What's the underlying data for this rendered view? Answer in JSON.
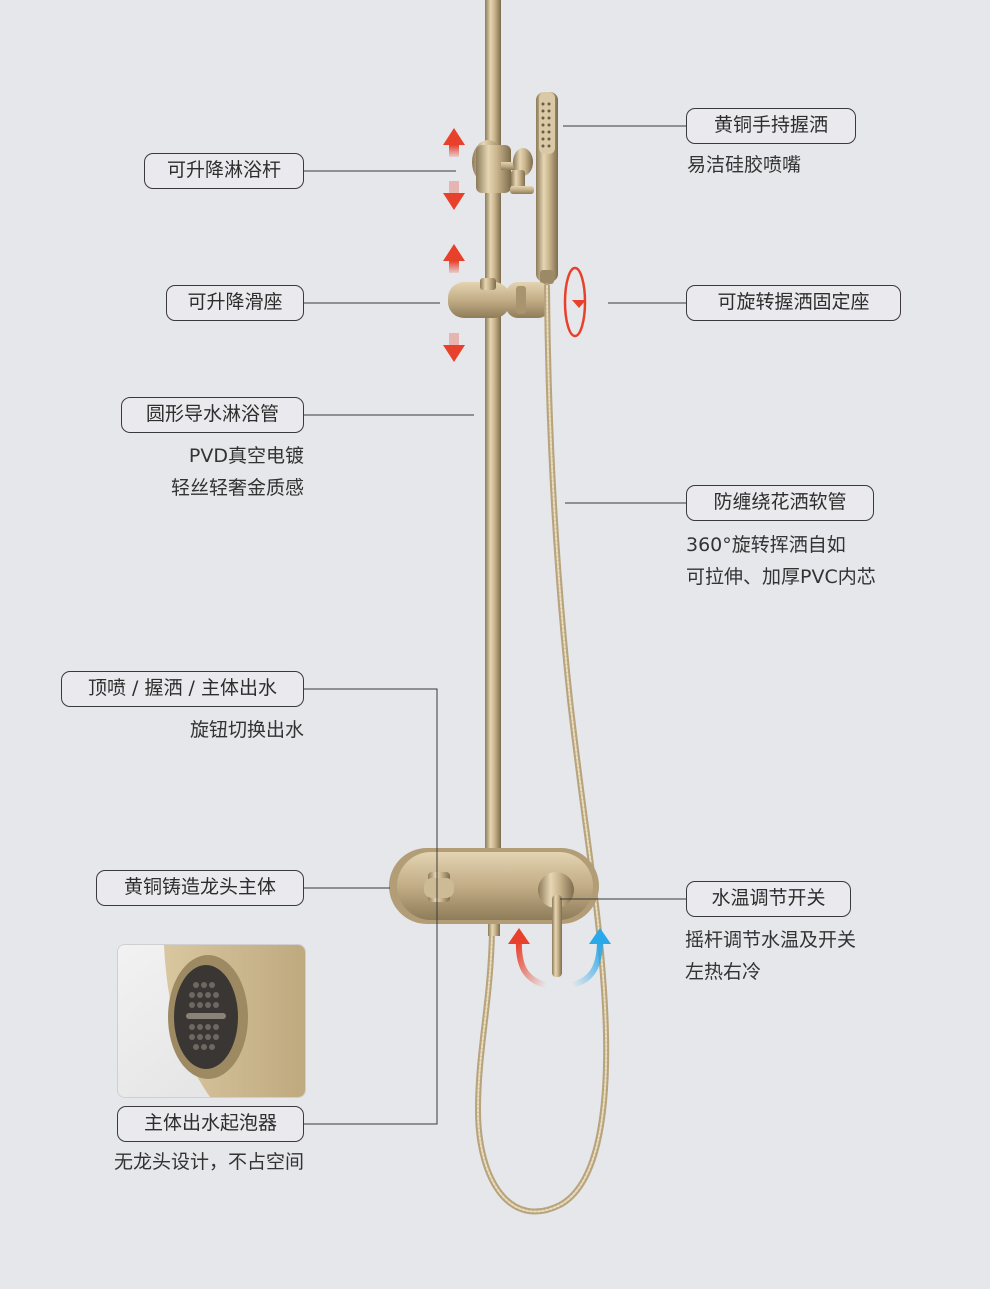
{
  "colors": {
    "background": "#e6e7eb",
    "brass": "#c9b48d",
    "brass_dark": "#8c7a58",
    "arrow_hot": "#e8412b",
    "arrow_cold": "#29a8ea",
    "line": "#3a3a3a"
  },
  "labels": {
    "lift_rod": {
      "tag": "可升降淋浴杆"
    },
    "handheld": {
      "tag": "黄铜手持握洒",
      "desc": [
        "易洁硅胶喷嘴"
      ]
    },
    "slide_seat": {
      "tag": "可升降滑座"
    },
    "rotating_holder": {
      "tag": "可旋转握洒固定座"
    },
    "round_pipe": {
      "tag": "圆形导水淋浴管",
      "desc": [
        "PVD真空电镀",
        "轻丝轻奢金质感"
      ]
    },
    "hose": {
      "tag": "防缠绕花洒软管",
      "desc": [
        "360°旋转挥洒自如",
        "可拉伸、加厚PVC内芯"
      ]
    },
    "diverter": {
      "tag": "顶喷 / 握洒 / 主体出水",
      "desc": [
        "旋钮切换出水"
      ]
    },
    "body": {
      "tag": "黄铜铸造龙头主体"
    },
    "temp_switch": {
      "tag": "水温调节开关",
      "desc": [
        "摇杆调节水温及开关",
        "左热右冷"
      ]
    },
    "aerator": {
      "tag": "主体出水起泡器",
      "desc": [
        "无龙头设计，不占空间"
      ]
    }
  },
  "icons": [
    "arrow-up-icon",
    "arrow-down-icon",
    "rotate-icon",
    "hot-cold-arrows-icon"
  ]
}
